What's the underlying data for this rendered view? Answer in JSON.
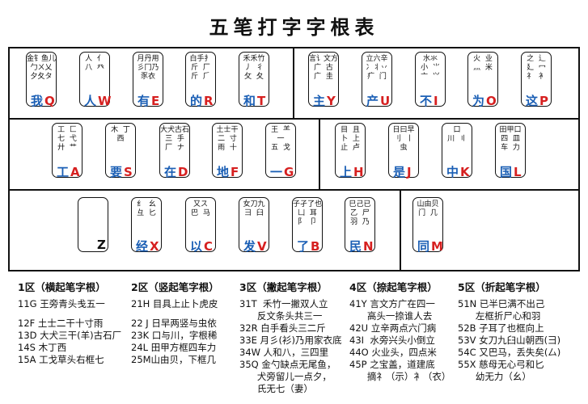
{
  "title": "五笔打字字根表",
  "zones": {
    "row1": [
      {
        "roots": "金钅鱼儿\n勹ㄨ乂\n夕夂タ",
        "zi": "我",
        "letter": "Q"
      },
      {
        "roots": "人  亻\n八  癶\n",
        "zi": "人",
        "letter": "W"
      },
      {
        "roots": "月丹用\n彡冂乃\n豕衣",
        "zi": "有",
        "letter": "E"
      },
      {
        "roots": "白手扌\n斤  厂\n斤  ⺁",
        "zi": "的",
        "letter": "R"
      },
      {
        "roots": "禾禾竹\n丿  彳\n攵  夂",
        "zi": "和",
        "letter": "T"
      },
      {
        "roots": "言讠文方\n广  古\n广  圭",
        "zi": "主",
        "letter": "Y"
      },
      {
        "roots": "立六辛\n冫丬丷\n疒  门",
        "zi": "产",
        "letter": "U"
      },
      {
        "roots": "水氺\n小  ⺌\n亠  ⺍",
        "zi": "不",
        "letter": "I"
      },
      {
        "roots": "火  业\n灬  米\n",
        "zi": "为",
        "letter": "O"
      },
      {
        "roots": "之  辶\n廴  冖\n礻  衤",
        "zi": "这",
        "letter": "P"
      }
    ],
    "row2": [
      {
        "roots": "工  匚\n七  弋\n廾  艹",
        "zi": "工",
        "letter": "A"
      },
      {
        "roots": "木  丁\n西\n",
        "zi": "要",
        "letter": "S"
      },
      {
        "roots": "大犬古石\n三  手\n厂  ナ",
        "zi": "在",
        "letter": "D"
      },
      {
        "roots": "土士干\n二  寸\n雨  十",
        "zi": "地",
        "letter": "F"
      },
      {
        "roots": "王  ⺷\n一\n五  戈",
        "zi": "一",
        "letter": "G"
      },
      {
        "roots": "目  且\n卜  上\n止  卢",
        "zi": "上",
        "letter": "H"
      },
      {
        "roots": "日曰早\n刂  丨\n虫",
        "zi": "是",
        "letter": "J"
      },
      {
        "roots": "口\n川  〢\n",
        "zi": "中",
        "letter": "K"
      },
      {
        "roots": "田甲口\n四  皿\n车  力",
        "zi": "国",
        "letter": "L"
      }
    ],
    "row3": [
      {
        "roots": "\n\n",
        "zi": "",
        "letter": "Z"
      },
      {
        "roots": "纟  幺\n彑  匕\n",
        "zi": "经",
        "letter": "X"
      },
      {
        "roots": "又ス\n巴  马\n",
        "zi": "以",
        "letter": "C"
      },
      {
        "roots": "女刀九\n彐  臼\n",
        "zi": "发",
        "letter": "V"
      },
      {
        "roots": "子孑了也\n凵  耳\n阝  卩",
        "zi": "了",
        "letter": "B"
      },
      {
        "roots": "巳己已\n乙  尸\n羽  乃",
        "zi": "民",
        "letter": "N"
      },
      {
        "roots": "山由贝\n门  几\n",
        "zi": "同",
        "letter": "M"
      }
    ]
  },
  "legend": [
    {
      "head": "1区（横起笔字根）",
      "lines": [
        "11G 王旁青头戋五一",
        "",
        "12F 土士二干十寸雨",
        "13D 大犬三干(羊)古石厂",
        "14S 木丁西",
        "15A 工戈草头右框七"
      ]
    },
    {
      "head": "2区（竖起笔字根）",
      "lines": [
        "21H 目具上止卜虎皮",
        "",
        "22 J 日早两竖与虫依",
        "23K 口与川，字根稀",
        "24L 田甲方框四车力",
        "25M山由贝，下框几"
      ]
    },
    {
      "head": "3区（撇起笔字根）",
      "lines": [
        "31T  禾竹一撇双人立",
        "      反文条头共三一",
        "32R 白手看头三二斤",
        "33E 月彡(衫)乃用家衣底",
        "34W 人和八，三四里",
        "35Q 金勺缺点无尾鱼，",
        "      犬旁留儿一点夕，",
        "      氏无七（妻）"
      ]
    },
    {
      "head": "4区（捺起笔字根）",
      "lines": [
        "41Y 言文方广在四一",
        "      高头一捺谁人去",
        "42U 立辛两点六门病",
        "43I  水旁兴头小倒立",
        "44O 火业头，四点米",
        "45P 之宝盖，道建底",
        "      摘礻（示）衤（衣）"
      ]
    },
    {
      "head": "5区（折起笔字根）",
      "lines": [
        "51N 已半巳满不出己",
        "      左框折尸心和羽",
        "52B 子耳了也框向上",
        "53V 女刀九臼山朝西(彐)",
        "54C 又巴马，丢失矣(厶)",
        "55X 慈母无心弓和匕",
        "      幼无力（幺）"
      ]
    }
  ]
}
